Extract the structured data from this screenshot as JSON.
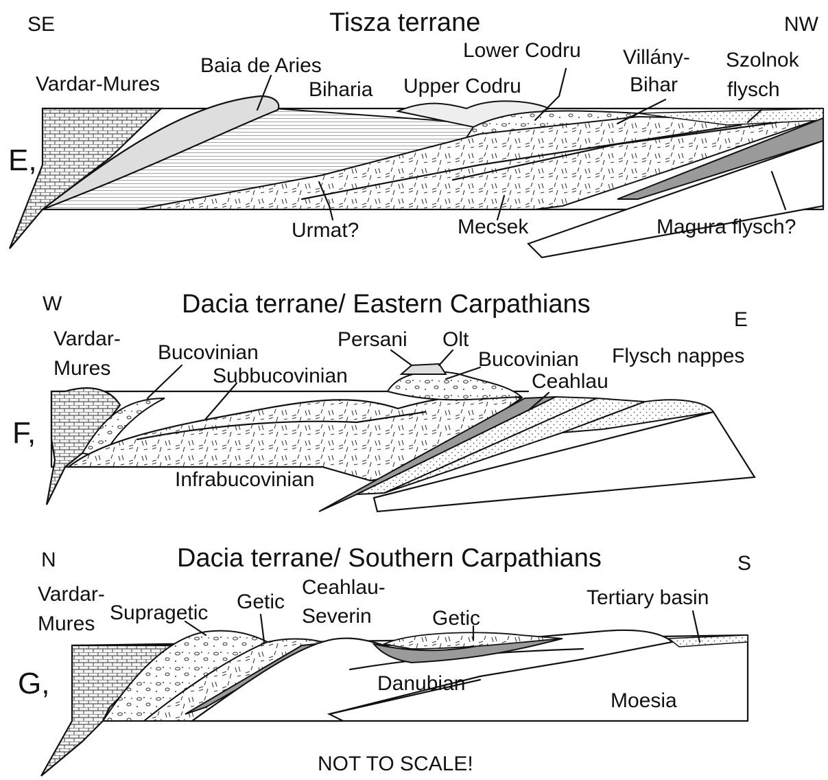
{
  "sections": [
    {
      "id": "E",
      "letter": "E,",
      "title": "Tisza terrane",
      "dir_left": "SE",
      "dir_right": "NW",
      "labels": {
        "vardar_mures": "Vardar-Mures",
        "baia_de_aries": "Baia de Aries",
        "biharia": "Biharia",
        "upper_codru": "Upper Codru",
        "lower_codru": "Lower Codru",
        "villany": "Villány-",
        "bihar": "Bihar",
        "szolnok": "Szolnok",
        "flysch": "flysch",
        "urmat": "Urmat?",
        "mecsek": "Mecsek",
        "magura": "Magura flysch?"
      }
    },
    {
      "id": "F",
      "letter": "F,",
      "title": "Dacia terrane/ Eastern Carpathians",
      "dir_left": "W",
      "dir_right": "E",
      "labels": {
        "vardar": "Vardar-",
        "mures": "Mures",
        "bucovinian_left": "Bucovinian",
        "subbucovinian": "Subbucovinian",
        "persani": "Persani",
        "olt": "Olt",
        "bucovinian_right": "Bucovinian",
        "flysch_nappes": "Flysch nappes",
        "ceahlau": "Ceahlau",
        "infrabucovinian": "Infrabucovinian"
      }
    },
    {
      "id": "G",
      "letter": "G,",
      "title": "Dacia terrane/ Southern Carpathians",
      "dir_left": "N",
      "dir_right": "S",
      "labels": {
        "vardar": "Vardar-",
        "mures": "Mures",
        "supragetic": "Supragetic",
        "getic_left": "Getic",
        "ceahlau": "Ceahlau-",
        "severin": "Severin",
        "getic_right": "Getic",
        "tertiary_basin": "Tertiary basin",
        "danubian": "Danubian",
        "moesia": "Moesia"
      }
    }
  ],
  "footer": "NOT TO SCALE!",
  "colors": {
    "ink": "#111111",
    "light_gray_fill": "#dedede",
    "dark_gray_fill": "#9a9a9a",
    "pale_fill": "#eeeeee",
    "paper": "#ffffff"
  }
}
